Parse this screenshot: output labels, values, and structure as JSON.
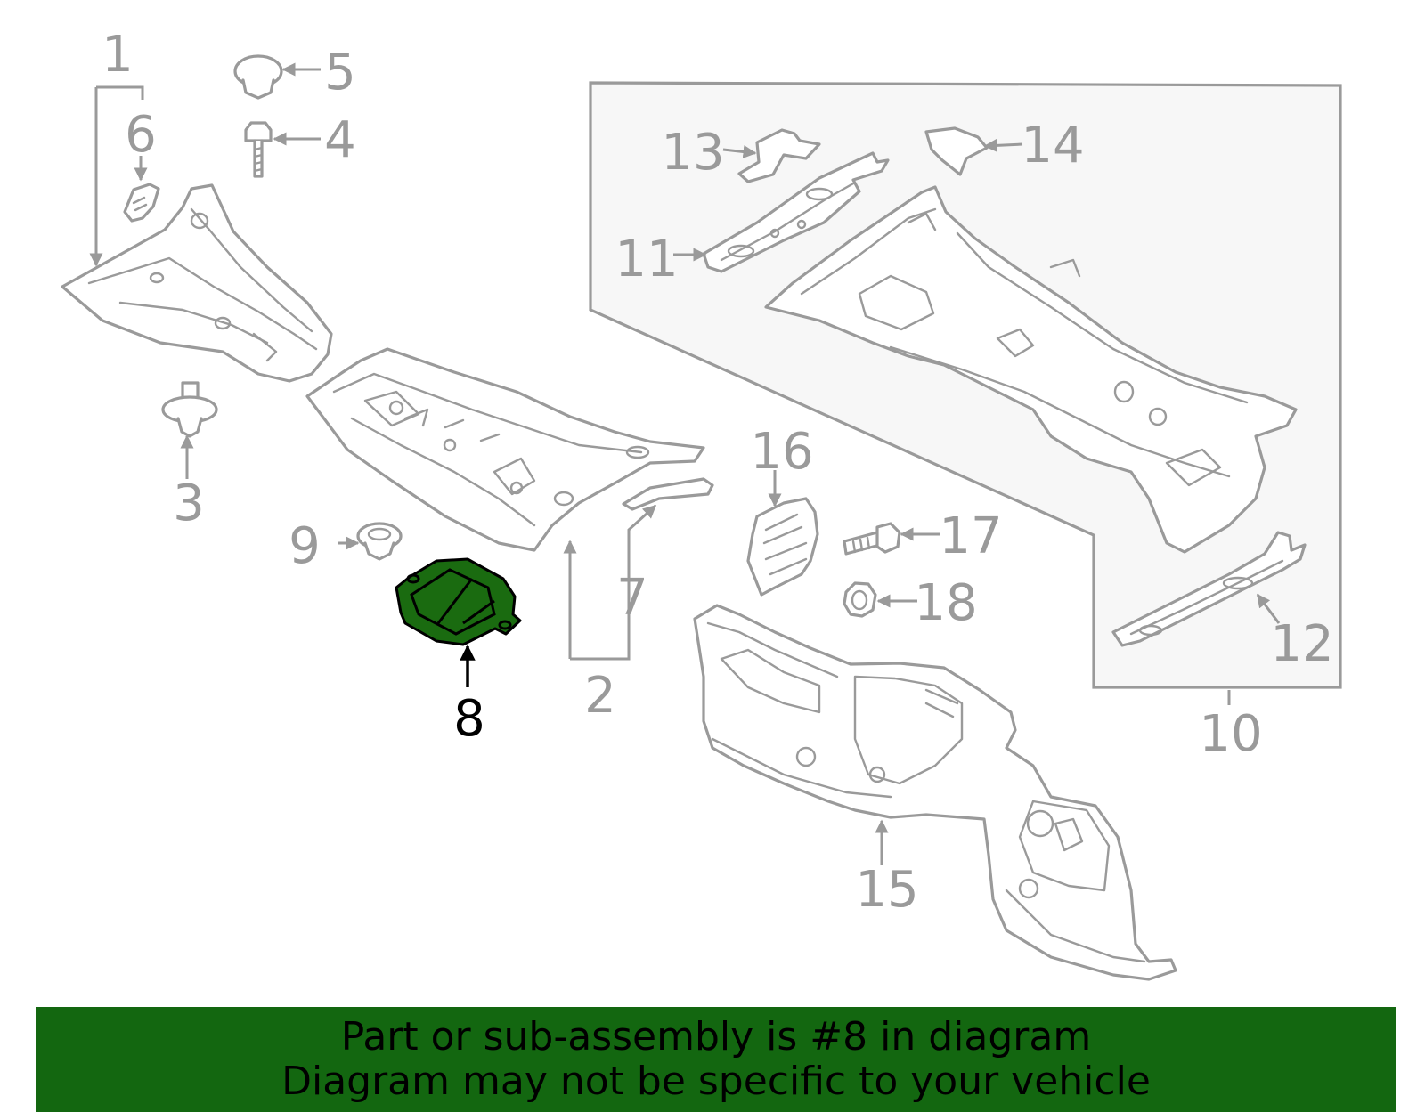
{
  "callouts": {
    "c1": "1",
    "c2": "2",
    "c3": "3",
    "c4": "4",
    "c5": "5",
    "c6": "6",
    "c7": "7",
    "c8": "8",
    "c9": "9",
    "c10": "10",
    "c11": "11",
    "c12": "12",
    "c13": "13",
    "c14": "14",
    "c15": "15",
    "c16": "16",
    "c17": "17",
    "c18": "18"
  },
  "highlighted_part": "8",
  "colors": {
    "highlight_fill": "#1a6b10",
    "banner_background": "#136710",
    "line_gray": "#9a9a9a"
  },
  "banner": {
    "line1": "Part or sub-assembly is #8 in diagram",
    "line2": "Diagram may not be specific to your vehicle"
  }
}
